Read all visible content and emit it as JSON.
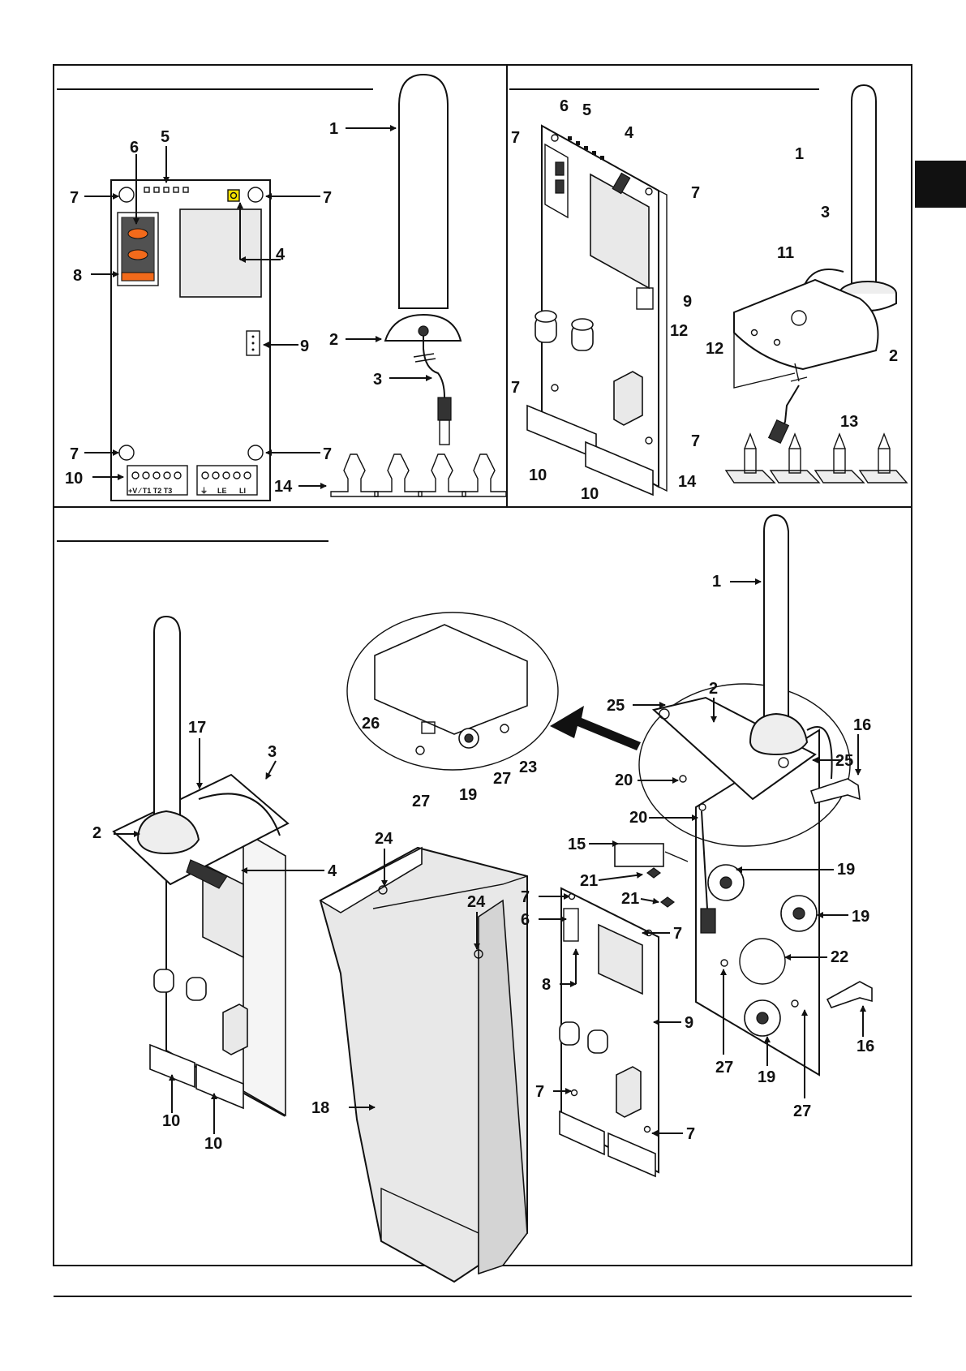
{
  "labels": {
    "p1": [
      "1",
      "2",
      "3",
      "4",
      "5",
      "6",
      "7",
      "7",
      "7",
      "7",
      "8",
      "9",
      "10",
      "14"
    ],
    "p2": [
      "1",
      "2",
      "3",
      "4",
      "5",
      "6",
      "7",
      "7",
      "7",
      "7",
      "9",
      "10",
      "10",
      "11",
      "12",
      "12",
      "13",
      "14"
    ],
    "p3": [
      "1",
      "2",
      "3",
      "4",
      "17",
      "10",
      "10",
      "24",
      "24",
      "18",
      "26",
      "19",
      "27",
      "27",
      "23",
      "25",
      "25",
      "16",
      "16",
      "20",
      "20",
      "15",
      "21",
      "21",
      "7",
      "6",
      "8",
      "7",
      "9",
      "7",
      "7",
      "19",
      "19",
      "22",
      "27",
      "19",
      "27",
      "2"
    ]
  },
  "terminal_text": {
    "block1": "+V ⁄ T1 T2 T3",
    "block2_gnd": "⏚",
    "block2_le": "LE",
    "block2_li": "LI"
  },
  "colors": {
    "sim_contacts": "#f26a1b",
    "antenna_connector": "#f5e000",
    "side_tab": "#111111"
  }
}
